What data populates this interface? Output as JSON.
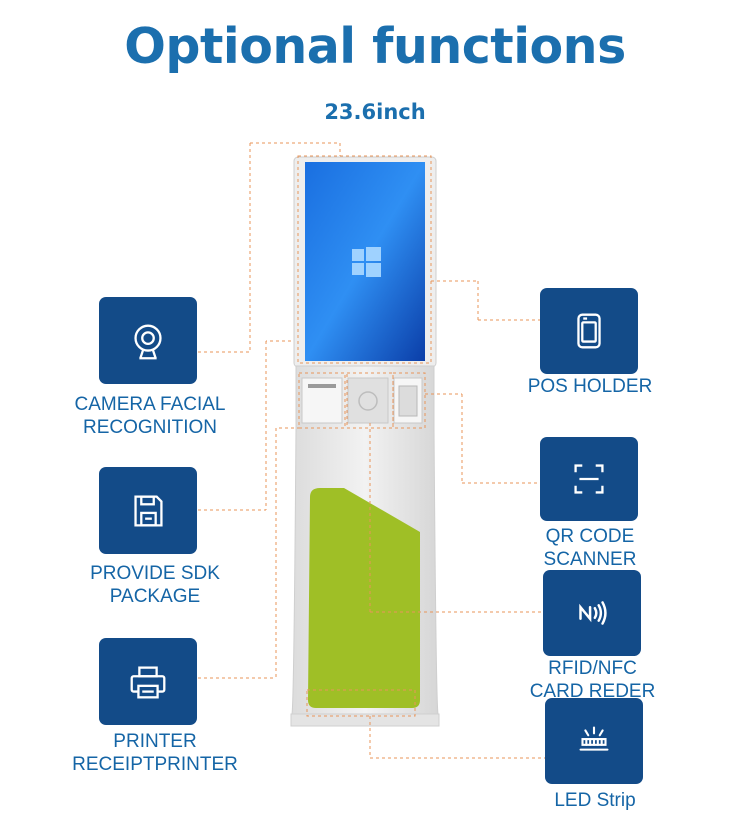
{
  "heading": "Optional functions",
  "screen_size": "23.6inch",
  "features": {
    "camera": {
      "line1": "CAMERA FACIAL",
      "line2": "RECOGNITION",
      "icon": "webcam-icon"
    },
    "sdk": {
      "line1": "PROVIDE SDK",
      "line2": "PACKAGE",
      "icon": "floppy-disk-icon"
    },
    "printer": {
      "line1": "PRINTER",
      "line2": "RECEIPTPRINTER",
      "icon": "printer-icon"
    },
    "pos": {
      "line1": "POS HOLDER",
      "icon": "card-terminal-icon"
    },
    "qr": {
      "line1": "QR CODE",
      "line2": "SCANNER",
      "icon": "qr-scan-icon"
    },
    "rfid": {
      "line1": "RFID/NFC",
      "line2": "CARD REDER",
      "icon": "nfc-icon"
    },
    "led": {
      "line1": "LED Strip",
      "icon": "led-light-icon"
    }
  },
  "colors": {
    "title": "#1b6fae",
    "tile": "#134b88",
    "guide": "#e8955a",
    "kiosk_panel": "#9fbf26"
  }
}
